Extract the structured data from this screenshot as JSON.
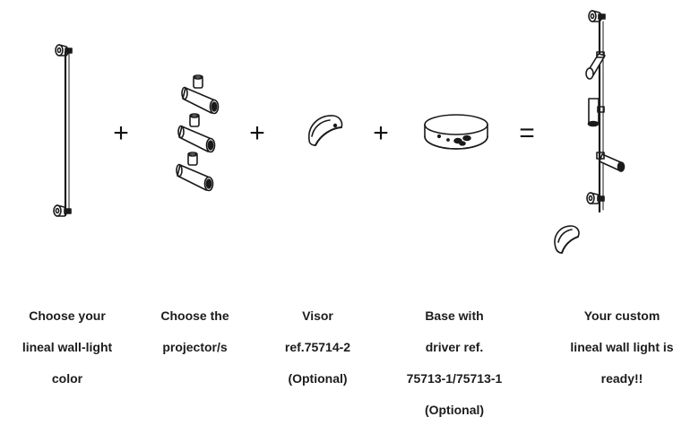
{
  "operators": {
    "plus_1": "+",
    "plus_2": "+",
    "plus_3": "+",
    "plus_4": "+",
    "equals": "="
  },
  "captions": {
    "step_1": [
      "Choose your",
      "lineal wall-light",
      "color"
    ],
    "step_2": [
      "Choose the",
      "projector/s"
    ],
    "step_3": [
      "Visor",
      "ref.75714-2",
      "(Optional)"
    ],
    "step_4": [
      "Base with",
      "driver ref.",
      "75713-1/75713-1",
      "(Optional)"
    ],
    "step_5": [
      "Your custom",
      "lineal wall light is",
      "ready!!"
    ]
  },
  "icons": {
    "rail": "wall-rail-icon",
    "projectors": "projector-spot-icon",
    "visor": "visor-icon",
    "base": "driver-base-icon",
    "assembled": "assembled-wall-light-icon"
  },
  "colors": {
    "line": "#1a1a1a",
    "text": "#1c1c1c"
  }
}
